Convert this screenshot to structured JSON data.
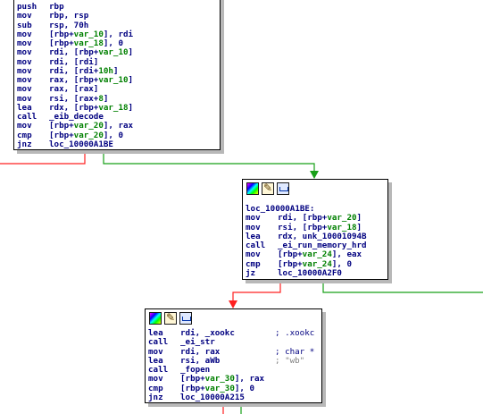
{
  "palette": {
    "true_edge": "#18a018",
    "false_edge": "#ff2020",
    "normal_edge": "#18a018",
    "code_text": "#000080",
    "variable_text": "#008000"
  },
  "block1": {
    "lines": [
      {
        "mn": "push",
        "ops": "rbp"
      },
      {
        "mn": "mov",
        "ops": "rbp, rsp"
      },
      {
        "mn": "sub",
        "ops": "rsp, 70h"
      },
      {
        "mn": "mov",
        "pre": "[rbp+",
        "var": "var_10",
        "post": "], rdi"
      },
      {
        "mn": "mov",
        "pre": "[rbp+",
        "var": "var_18",
        "post": "], 0"
      },
      {
        "mn": "mov",
        "pre": "rdi, [rbp+",
        "var": "var_10",
        "post": "]"
      },
      {
        "mn": "mov",
        "ops": "rdi, [rdi]"
      },
      {
        "mn": "mov",
        "pre": "rdi, [rdi+",
        "var": "10h",
        "post": "]"
      },
      {
        "mn": "mov",
        "pre": "rax, [rbp+",
        "var": "var_10",
        "post": "]"
      },
      {
        "mn": "mov",
        "ops": "rax, [rax]"
      },
      {
        "mn": "mov",
        "pre": "rsi, [rax+",
        "var": "8",
        "post": "]"
      },
      {
        "mn": "lea",
        "pre": "rdx, [rbp+",
        "var": "var_18",
        "post": "]"
      },
      {
        "mn": "call",
        "ops": "_eib_decode"
      },
      {
        "mn": "mov",
        "pre": "[rbp+",
        "var": "var_20",
        "post": "], rax"
      },
      {
        "mn": "cmp",
        "pre": "[rbp+",
        "var": "var_20",
        "post": "], 0"
      },
      {
        "mn": "jnz",
        "ops": "loc_10000A1BE"
      }
    ]
  },
  "block2": {
    "label": "loc_10000A1BE:",
    "lines": [
      {
        "mn": "mov",
        "pre": "rdi, [rbp+",
        "var": "var_20",
        "post": "]"
      },
      {
        "mn": "mov",
        "pre": "rsi, [rbp+",
        "var": "var_18",
        "post": "]"
      },
      {
        "mn": "lea",
        "ops": "rdx, unk_10001094B"
      },
      {
        "mn": "call",
        "ops": "_ei_run_memory_hrd"
      },
      {
        "mn": "mov",
        "pre": "[rbp+",
        "var": "var_24",
        "post": "], eax"
      },
      {
        "mn": "cmp",
        "pre": "[rbp+",
        "var": "var_24",
        "post": "], 0"
      },
      {
        "mn": "jz",
        "ops": "loc_10000A2F0"
      }
    ]
  },
  "block3": {
    "lines": [
      {
        "mn": "lea",
        "ops": "rdi, _xookc",
        "comment": "; .xookc"
      },
      {
        "mn": "call",
        "ops": "_ei_str"
      },
      {
        "mn": "mov",
        "ops": "rdi, rax",
        "comment": "; char *"
      },
      {
        "mn": "lea",
        "ops": "rsi, aWb",
        "string": "; \"wb\""
      },
      {
        "mn": "call",
        "ops": "_fopen"
      },
      {
        "mn": "mov",
        "pre": "[rbp+",
        "var": "var_30",
        "post": "], rax"
      },
      {
        "mn": "cmp",
        "pre": "[rbp+",
        "var": "var_30",
        "post": "], 0"
      },
      {
        "mn": "jnz",
        "ops": "loc_10000A215"
      }
    ]
  }
}
